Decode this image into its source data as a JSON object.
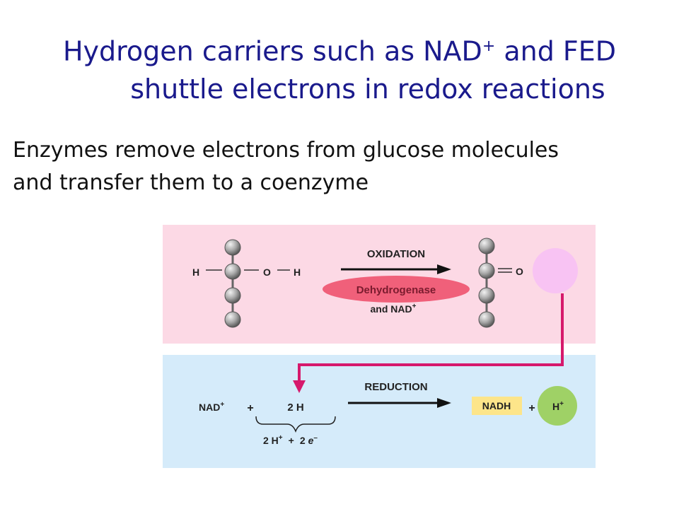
{
  "title": {
    "line1_pre": "Hydrogen carriers such as NAD",
    "line1_sup": "+",
    "line1_post": "  and FED",
    "line2": "shuttle electrons in redox reactions"
  },
  "body": {
    "line1": "Enzymes remove electrons from glucose molecules",
    "line2": "and transfer them to a coenzyme"
  },
  "diagram": {
    "oxidation": {
      "label": "OXIDATION",
      "h_left": "H",
      "o_left": "O",
      "h_right": "H",
      "o_product": "O",
      "enzyme": "Dehydrogenase",
      "enzyme_sub": "and NAD",
      "enzyme_sub_sup": "+"
    },
    "reduction": {
      "label": "REDUCTION",
      "nad": "NAD",
      "nad_sup": "+",
      "plus1": "+",
      "two_h": "2 H",
      "breakdown_2h": "2 H",
      "breakdown_hsup": "+",
      "breakdown_plus": "+",
      "breakdown_2": "2",
      "breakdown_e": "e",
      "breakdown_esup": "–",
      "nadh": "NADH",
      "plus2": "+",
      "h_ion": "H",
      "h_ion_sup": "+"
    },
    "colors": {
      "top_panel": "#fcd9e5",
      "bottom_panel": "#d5ebfa",
      "enzyme": "#f0607a",
      "enzyme_text": "#7a1b2e",
      "pink_circle": "#f8c3f3",
      "arrow": "#d6196c",
      "nadh_box": "#fde58a",
      "h_circle": "#9fd166",
      "atom": "#999999"
    }
  }
}
